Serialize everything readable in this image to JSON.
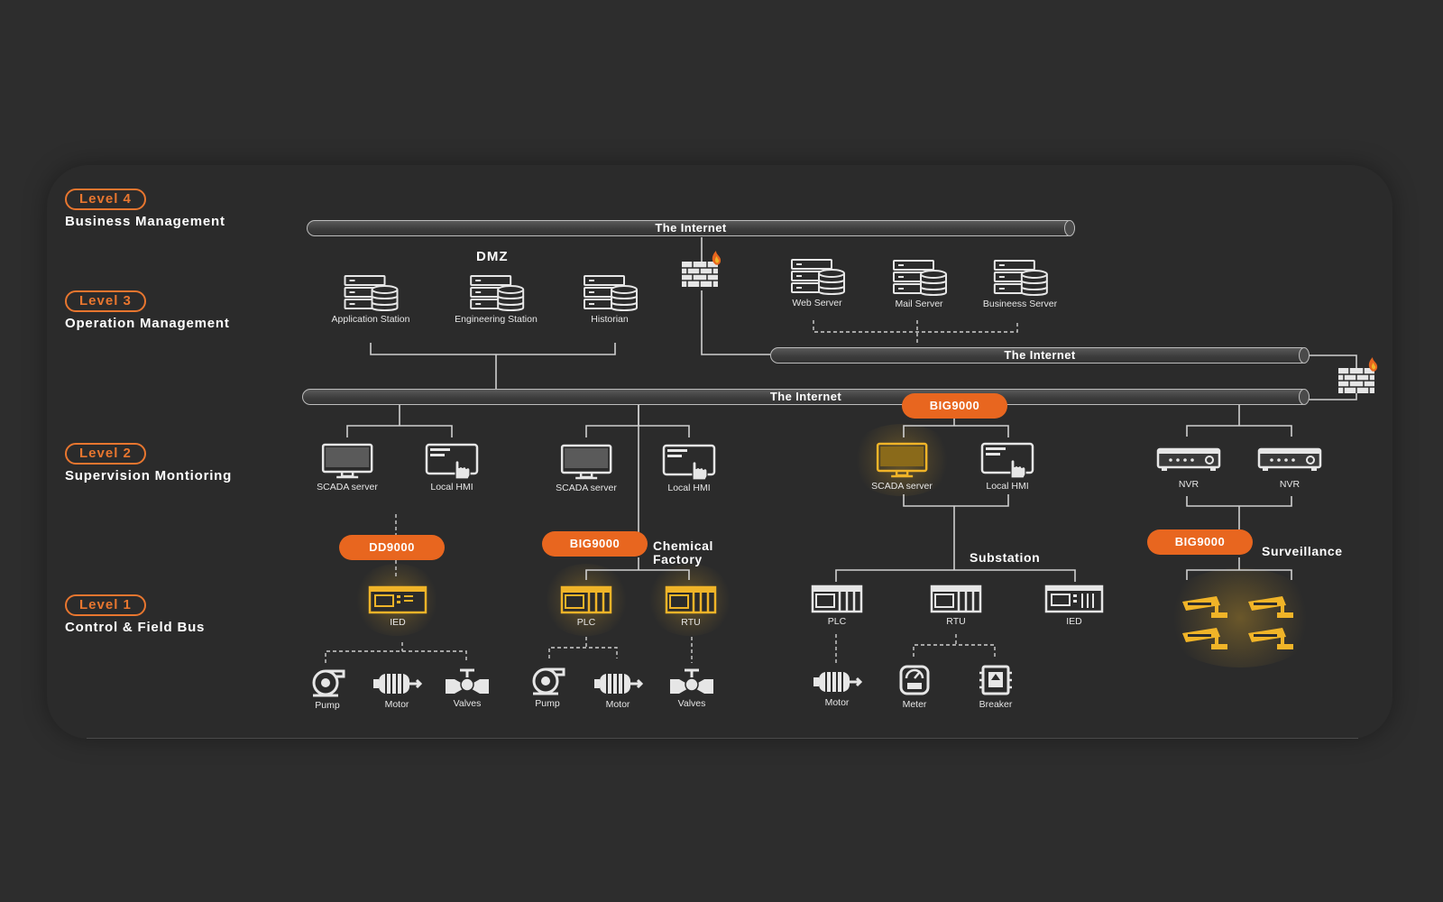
{
  "levels": [
    {
      "badge": "Level 4",
      "name": "Business Management"
    },
    {
      "badge": "Level 3",
      "name": "Operation Management"
    },
    {
      "badge": "Level 2",
      "name": "Supervision Montioring"
    },
    {
      "badge": "Level 1",
      "name": "Control & Field Bus"
    }
  ],
  "networks": {
    "internet_top": "The Internet",
    "internet_mid": "The Internet",
    "internet_main": "The Internet"
  },
  "dmz": {
    "label": "DMZ",
    "stations": [
      "Application Station",
      "Engineering Station",
      "Historian"
    ]
  },
  "business_servers": [
    "Web Server",
    "Mail Server",
    "Busineess Server"
  ],
  "gateways": {
    "big9000_top": "BIG9000",
    "dd9000": "DD9000",
    "big9000_chemical": "BIG9000",
    "big9000_surveillance": "BIG9000"
  },
  "sites": {
    "chemical": "Chemical Factory",
    "substation": "Substation",
    "surveillance": "Surveillance"
  },
  "supervision": {
    "group1": [
      "SCADA server",
      "Local HMI"
    ],
    "group2": [
      "SCADA server",
      "Local HMI"
    ],
    "group3": [
      "SCADA server",
      "Local HMI"
    ],
    "group4": [
      "NVR",
      "NVR"
    ]
  },
  "field_controllers": {
    "group1": [
      "IED"
    ],
    "group2": [
      "PLC",
      "RTU"
    ],
    "group3": [
      "PLC",
      "RTU",
      "IED"
    ]
  },
  "field_devices": {
    "group1": [
      "Pump",
      "Motor",
      "Valves"
    ],
    "group2": [
      "Pump",
      "Motor",
      "Valves"
    ],
    "group3": [
      "Motor",
      "Meter",
      "Breaker"
    ]
  },
  "colors": {
    "accent": "#e8661f",
    "badge": "#e8762f",
    "highlight": "#f0b428",
    "background": "#2d2d2d",
    "line": "#cfcfcf"
  },
  "icons": {
    "firewall": "firewall-icon",
    "server": "server-database-icon",
    "monitor": "monitor-icon",
    "hmi": "touch-screen-icon",
    "nvr": "nvr-recorder-icon",
    "camera": "cctv-camera-icon"
  }
}
